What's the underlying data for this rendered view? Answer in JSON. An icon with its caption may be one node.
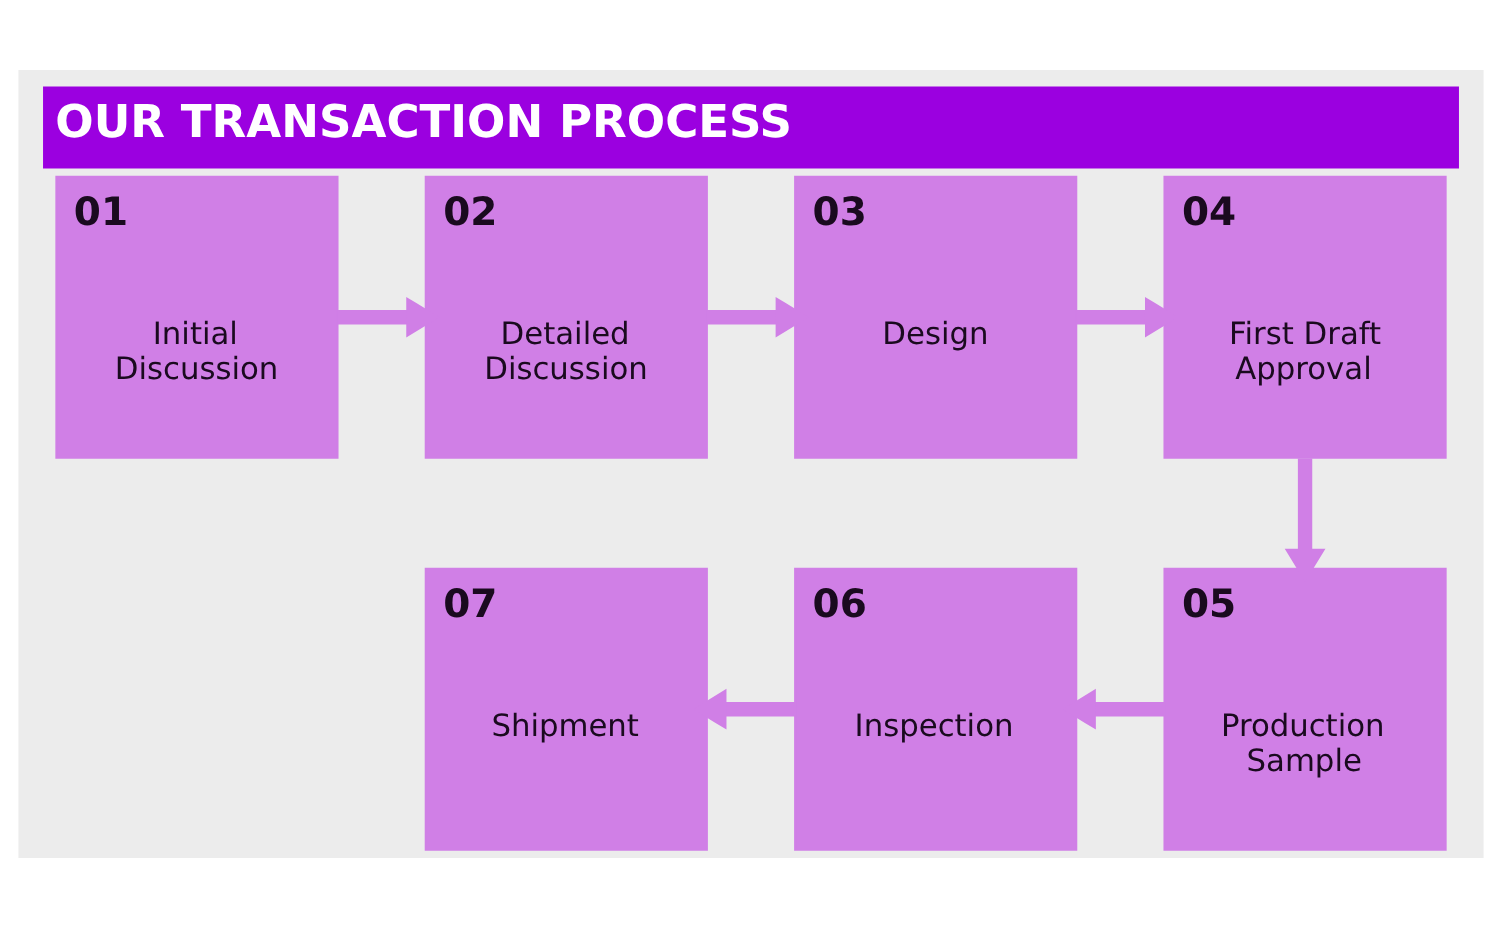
{
  "diagram": {
    "title": "OUR TRANSACTION PROCESS",
    "nodes": [
      {
        "text": [
          "01",
          "Initial Discussion"
        ]
      },
      {
        "text": [
          "02",
          "Detailed Discussion"
        ]
      },
      {
        "text": [
          "03",
          "Design"
        ]
      },
      {
        "text": [
          "04",
          "First Draft Approval"
        ]
      },
      {
        "text": [
          "05",
          "Production Sample"
        ]
      },
      {
        "text": [
          "06",
          "Inspection"
        ]
      },
      {
        "text": [
          "07",
          "Shipment"
        ]
      }
    ],
    "edges": [
      {
        "from": 0,
        "to": 1,
        "arrow": "to"
      },
      {
        "from": 1,
        "to": 2,
        "arrow": "to"
      },
      {
        "from": 2,
        "to": 3,
        "arrow": "to"
      },
      {
        "from": 3,
        "to": 4,
        "arrow": "to"
      },
      {
        "from": 4,
        "to": 5,
        "arrow": "to"
      },
      {
        "from": 5,
        "to": 6,
        "arrow": "to"
      }
    ]
  }
}
